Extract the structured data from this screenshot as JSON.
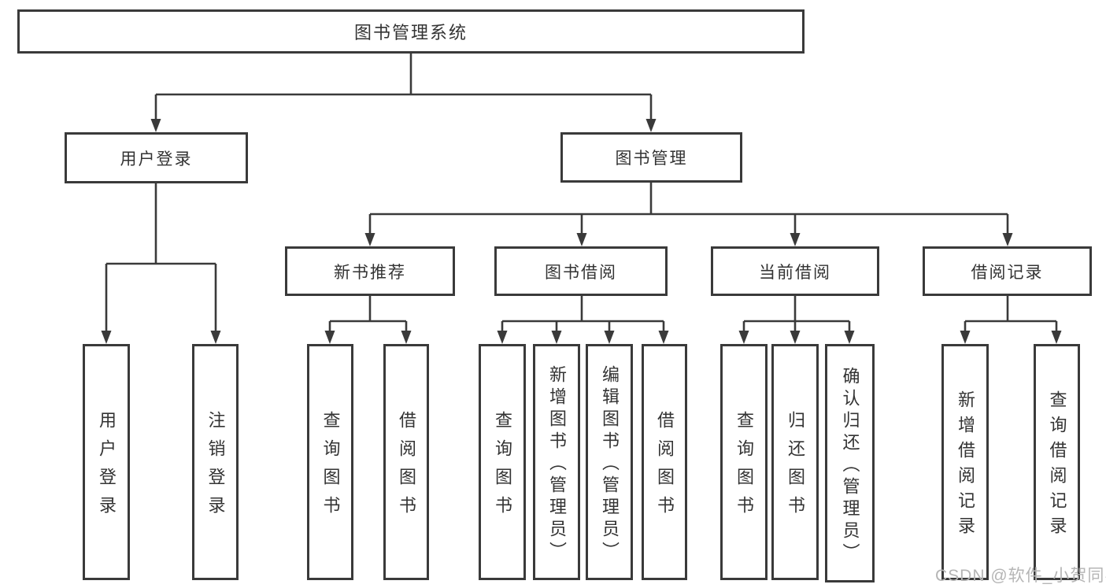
{
  "diagram": {
    "root": "图书管理系统",
    "branches": [
      {
        "label": "用户登录",
        "children": [
          "用户登录",
          "注销登录"
        ]
      },
      {
        "label": "图书管理",
        "sections": [
          {
            "label": "新书推荐",
            "children": [
              "查询图书",
              "借阅图书"
            ]
          },
          {
            "label": "图书借阅",
            "children": [
              "查询图书",
              "新增图书（管理员）",
              "编辑图书（管理员）",
              "借阅图书"
            ]
          },
          {
            "label": "当前借阅",
            "children": [
              "查询图书",
              "归还图书",
              "确认归还（管理员）"
            ]
          },
          {
            "label": "借阅记录",
            "children": [
              "新增借阅记录",
              "查询借阅记录"
            ]
          }
        ]
      }
    ]
  },
  "watermark": "CSDN @软件_小贺同学",
  "colors": {
    "line": "#3a3a3a",
    "text": "#333333",
    "background": "#ffffff",
    "watermark": "#b5b5b5"
  }
}
